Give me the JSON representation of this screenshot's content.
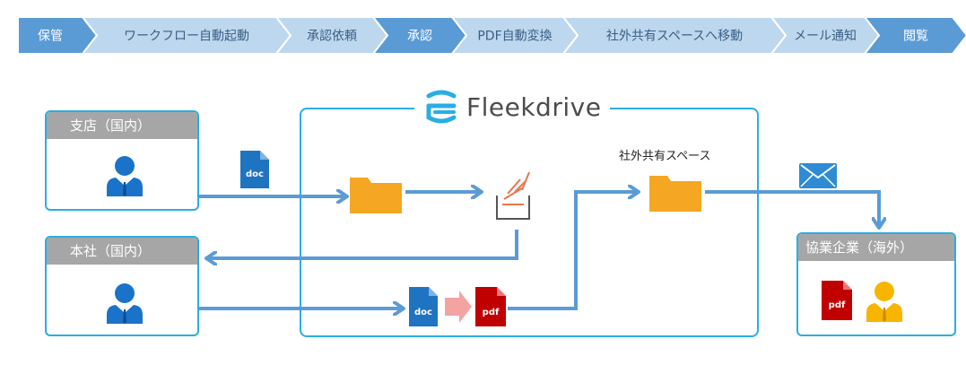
{
  "flow": {
    "steps": [
      {
        "label": "保管",
        "highlight": true
      },
      {
        "label": "ワークフロー自動起動",
        "highlight": false
      },
      {
        "label": "承認依頼",
        "highlight": false
      },
      {
        "label": "承認",
        "highlight": true
      },
      {
        "label": "PDF自動変換",
        "highlight": false
      },
      {
        "label": "社外共有スペースへ移動",
        "highlight": false
      },
      {
        "label": "メール通知",
        "highlight": false
      },
      {
        "label": "閲覧",
        "highlight": true
      }
    ]
  },
  "colors": {
    "highlight": "#5a9bd5",
    "normal": "#bdd7ee",
    "accent": "#29aee3",
    "folder": "#f5a623",
    "pdf": "#c00000",
    "doc": "#1f74c1",
    "arrow": "#5b9bd5"
  },
  "boxes": {
    "branch": {
      "title": "支店（国内）"
    },
    "hq": {
      "title": "本社（国内）"
    },
    "partner": {
      "title": "協業企業（海外）"
    }
  },
  "fleekdrive": {
    "name": "Fleekdrive"
  },
  "labels": {
    "external_space": "社外共有スペース"
  },
  "files": {
    "doc": "doc",
    "pdf": "pdf"
  }
}
